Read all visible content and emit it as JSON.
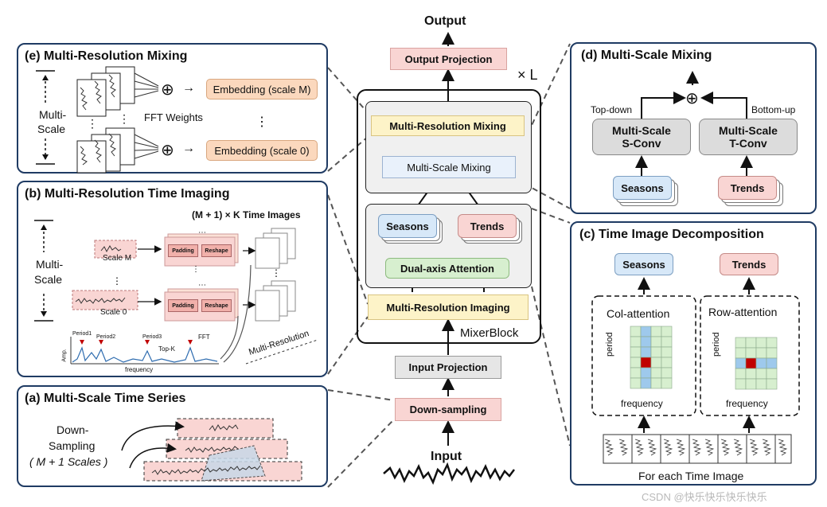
{
  "main": {
    "output_label": "Output",
    "output_projection": "Output Projection",
    "times_l": "× L",
    "multi_resolution_mixing": "Multi-Resolution Mixing",
    "multi_scale_mixing": "Multi-Scale Mixing",
    "seasons": "Seasons",
    "trends": "Trends",
    "dual_axis_attention": "Dual-axis Attention",
    "multi_resolution_imaging": "Multi-Resolution Imaging",
    "mixer_block": "MixerBlock",
    "input_projection": "Input Projection",
    "down_sampling": "Down-sampling",
    "input_label": "Input"
  },
  "panel_e": {
    "title": "(e) Multi-Resolution Mixing",
    "multi": "Multi-",
    "scale": "Scale",
    "fft_weights": "FFT Weights",
    "embedding_top": "Embedding (scale M)",
    "embedding_bottom": "Embedding (scale 0)",
    "oplus": "⊕",
    "arrow": "→"
  },
  "panel_b": {
    "title": "(b) Multi-Resolution Time Imaging",
    "time_images": "(M + 1) × K  Time Images",
    "multi": "Multi-",
    "scale": "Scale",
    "scale_m": "Scale M",
    "scale_0": "Scale 0",
    "padding": "Padding",
    "reshape": "Reshape",
    "period1": "Period1",
    "period2": "Period2",
    "period3": "Period3",
    "fft": "FFT",
    "topk": "Top-K",
    "amp": "Amp.",
    "frequency": "frequency",
    "multi_resolution": "Multi-Resolution"
  },
  "panel_a": {
    "title": "(a) Multi-Scale Time Series",
    "down": "Down-",
    "sampling": "Sampling",
    "scales": "( M + 1 Scales )"
  },
  "panel_d": {
    "title": "(d) Multi-Scale Mixing",
    "top_down": "Top-down",
    "bottom_up": "Bottom-up",
    "s_conv_1": "Multi-Scale",
    "s_conv_2": "S-Conv",
    "t_conv_1": "Multi-Scale",
    "t_conv_2": "T-Conv",
    "seasons": "Seasons",
    "trends": "Trends",
    "oplus": "⊕"
  },
  "panel_c": {
    "title": "(c) Time Image Decomposition",
    "seasons": "Seasons",
    "trends": "Trends",
    "col_attention": "Col-attention",
    "row_attention": "Row-attention",
    "period": "period",
    "frequency": "frequency",
    "for_each": "For each Time Image"
  },
  "watermark": "CSDN @快乐快乐快乐快乐",
  "colors": {
    "panel_border": "#1f3b63",
    "pink": "#f9d5d3",
    "yellow": "#fdf3c8",
    "seasons_blue": "#d7e8f8",
    "green": "#d7efcf",
    "orange": "#fbd8bd",
    "highlight_red": "#c00000"
  }
}
